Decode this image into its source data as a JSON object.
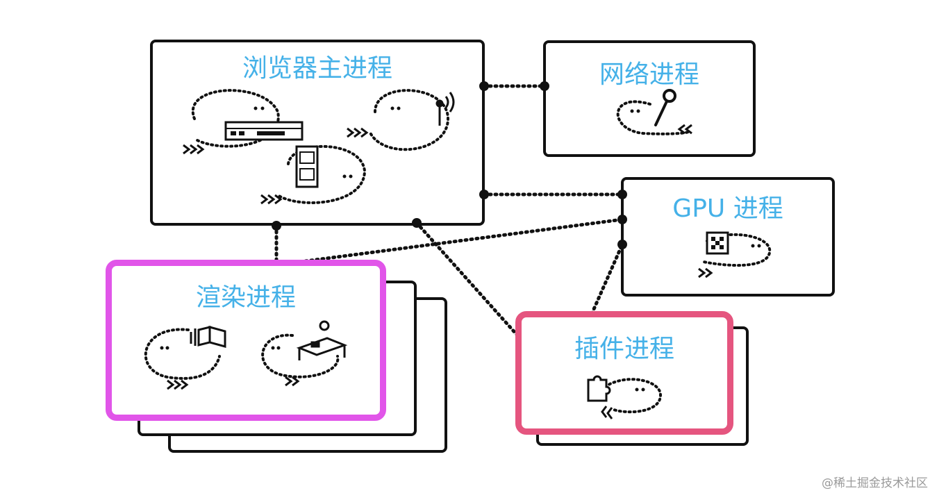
{
  "processes": {
    "browser": {
      "title": "浏览器主进程"
    },
    "network": {
      "title": "网络进程"
    },
    "gpu": {
      "title": "GPU 进程"
    },
    "renderer": {
      "title": "渲染进程"
    },
    "plugin": {
      "title": "插件进程"
    }
  },
  "colors": {
    "title_text": "#45b1e8",
    "renderer_highlight": "#e155e9",
    "plugin_highlight": "#e5557f",
    "outline": "#111111"
  },
  "connections": [
    {
      "from": "browser",
      "to": "network"
    },
    {
      "from": "browser",
      "to": "gpu"
    },
    {
      "from": "browser",
      "to": "renderer"
    },
    {
      "from": "browser",
      "to": "plugin"
    },
    {
      "from": "renderer",
      "to": "gpu"
    },
    {
      "from": "plugin",
      "to": "gpu"
    }
  ],
  "icons": [
    "server-icon",
    "filing-cabinet-icon",
    "antenna-icon",
    "wrench-icon",
    "chip-grid-icon",
    "book-icon",
    "desk-icon",
    "puzzle-icon"
  ],
  "watermark": "@稀土掘金技术社区"
}
